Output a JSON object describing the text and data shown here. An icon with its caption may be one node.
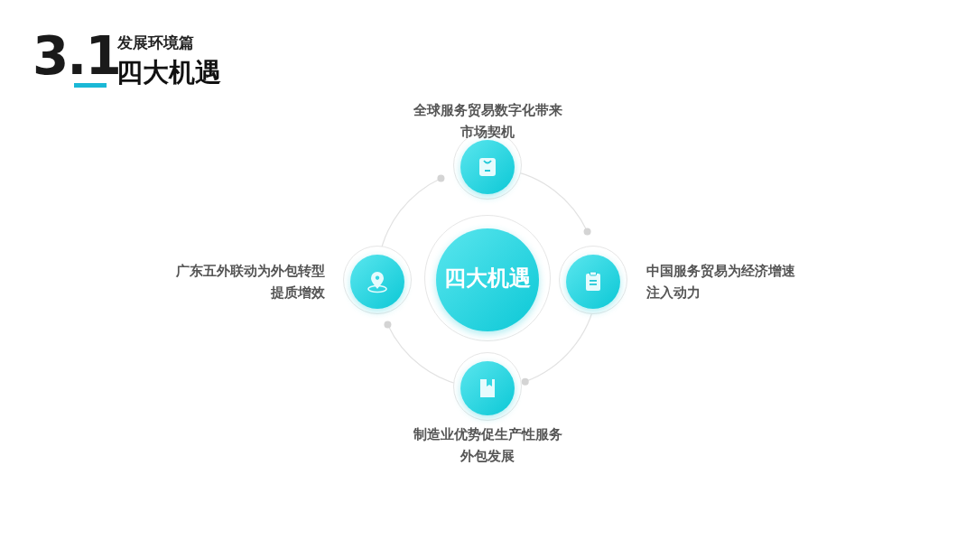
{
  "diagram": {
    "title": "四大机遇",
    "nodes": [
      {
        "text": [
          "四大机遇"
        ]
      },
      {
        "text": [],
        "shape": "circle",
        "beside": [
          "全球服务贸易数字化带来市场契机"
        ]
      },
      {
        "text": [],
        "shape": "circle",
        "beside": [
          "中国服务贸易为经济增速注入动力"
        ]
      },
      {
        "text": [],
        "shape": "circle",
        "beside": [
          "制造业优势促生产性服务外包发展"
        ]
      },
      {
        "text": [],
        "shape": "circle",
        "beside": [
          "广东五外联动为外包转型提质增效"
        ]
      }
    ],
    "edges": [],
    "labels": [
      "3.1",
      "发展环境篇"
    ]
  }
}
